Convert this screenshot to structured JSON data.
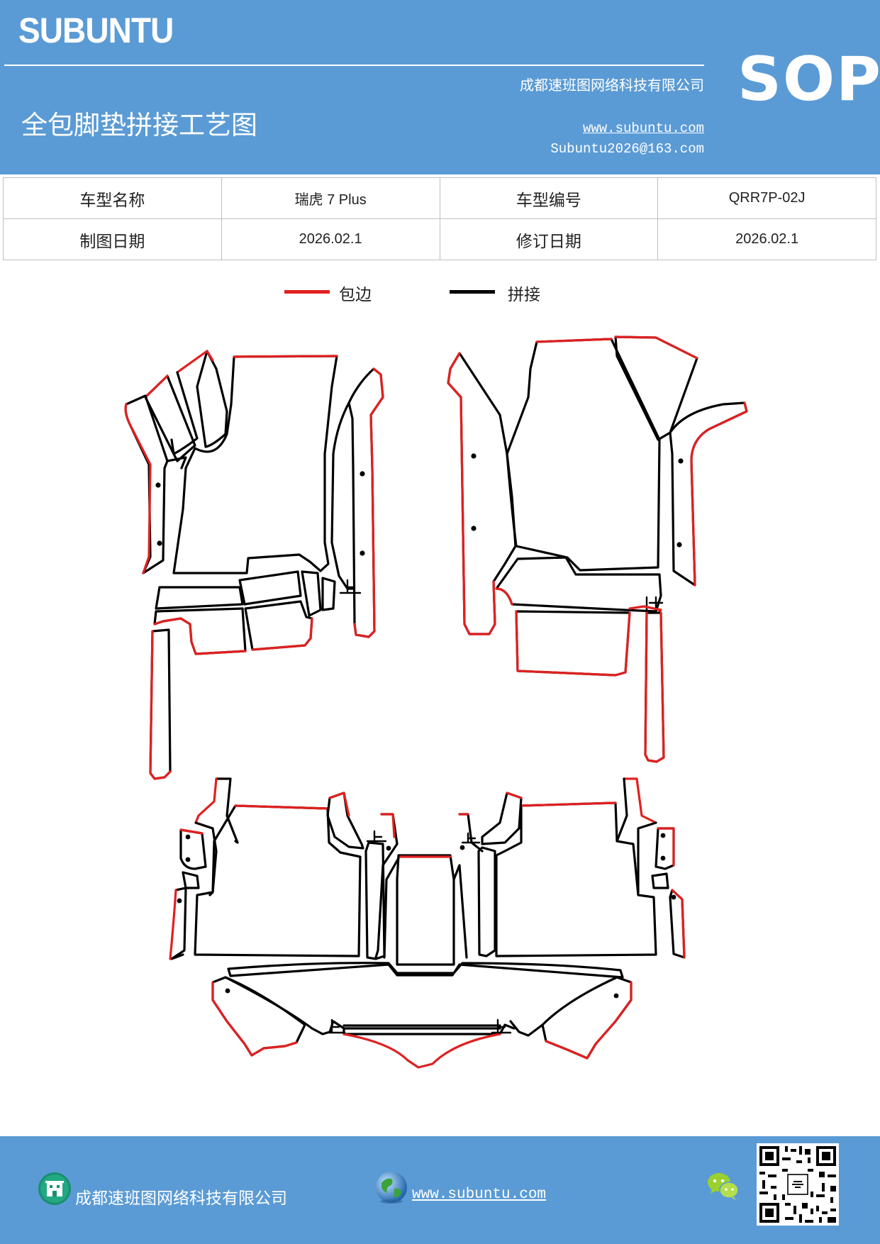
{
  "header": {
    "brand": "SUBUNTU",
    "company": "成都速班图网络科技有限公司",
    "title": "全包脚垫拼接工艺图",
    "website": "www.subuntu.com",
    "email": "Subuntu2026@163.com",
    "sop": "SOP",
    "background_color": "#5b9bd5"
  },
  "info_table": {
    "rows": [
      [
        "车型名称",
        "瑞虎 7 Plus",
        "车型编号",
        "QRR7P-02J"
      ],
      [
        "制图日期",
        "2026.02.1",
        "修订日期",
        "2026.02.1"
      ]
    ]
  },
  "legend": {
    "items": [
      {
        "label": "包边",
        "color": "#e02020"
      },
      {
        "label": "拼接",
        "color": "#000000"
      }
    ]
  },
  "footer": {
    "company": "成都速班图网络科技有限公司",
    "website": "www.subuntu.com",
    "icons": [
      "building-icon",
      "globe-icon",
      "wechat-icon",
      "qr-code"
    ]
  }
}
